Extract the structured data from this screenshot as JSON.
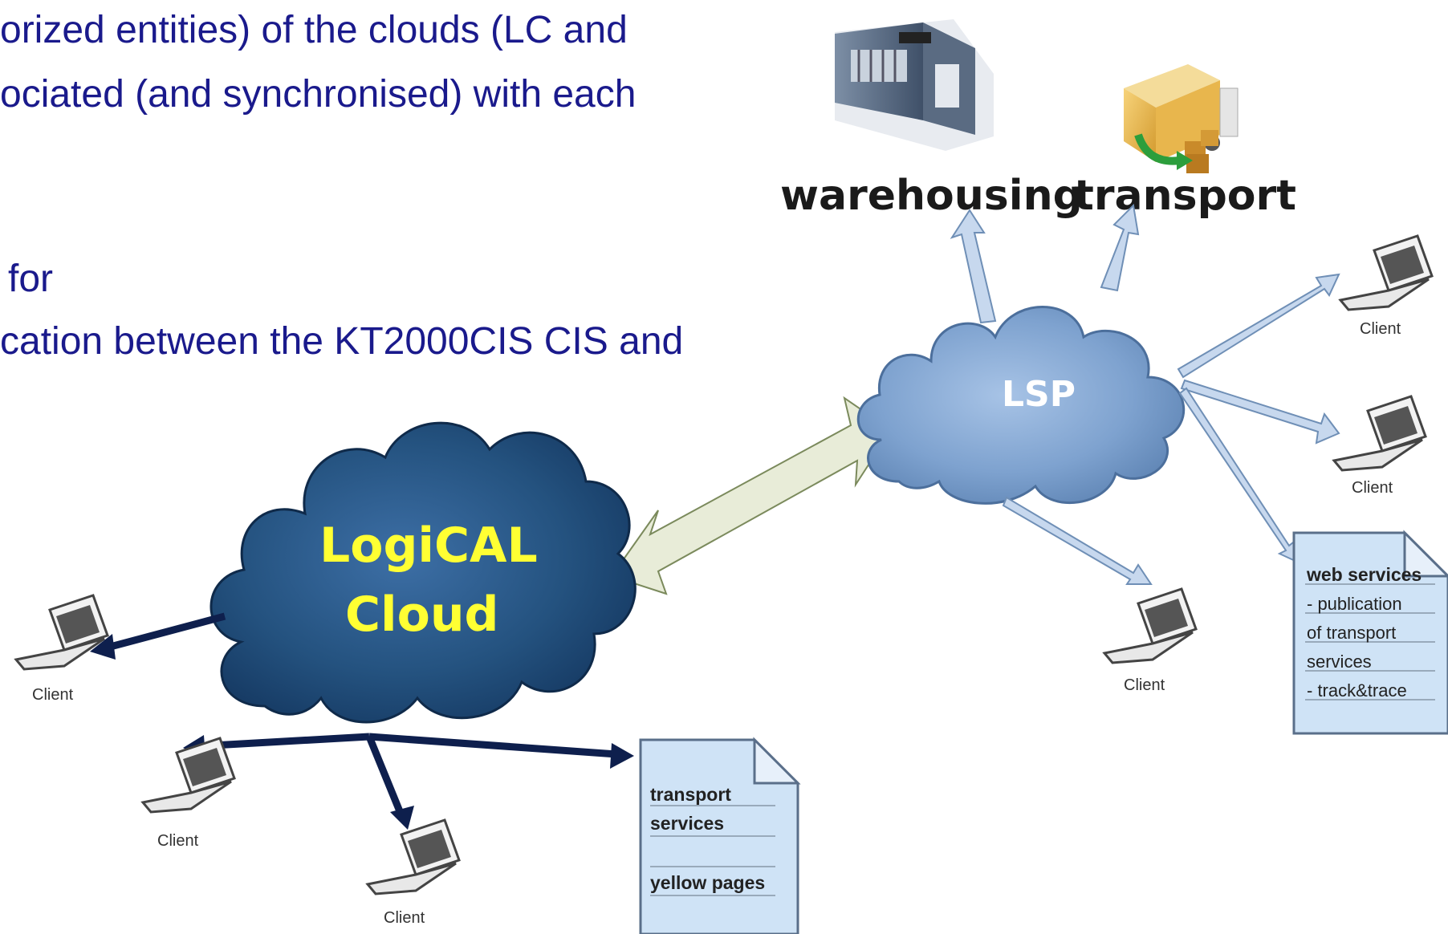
{
  "text_fragments": {
    "line1": "orized entities) of the clouds (LC and",
    "line2": "ociated (and synchronised) with each",
    "line3": "for",
    "line4": "cation between the KT2000CIS CIS and"
  },
  "labels": {
    "warehousing": "warehousing",
    "transport": "transport",
    "lsp": "LSP",
    "logical_line1": "LogiCAL",
    "logical_line2": "Cloud"
  },
  "clients": {
    "client_label": "Client"
  },
  "doc_left": {
    "line1": "transport",
    "line2": "services",
    "line3": "yellow pages"
  },
  "doc_right": {
    "line1": "web services",
    "line2": "- publication",
    "line3": "of transport",
    "line4": "services",
    "line5": "- track&trace"
  },
  "colors": {
    "text_blue": "#1a1a8c",
    "dark_cloud": "#1f4a7a",
    "light_cloud": "#7fa3d0",
    "dark_arrow": "#0e1f4d",
    "light_arrow": "#c7d8ee",
    "big_arrow": "#e8ecd8",
    "logical_text": "#ffff33",
    "doc_fill": "#cfe3f6"
  }
}
